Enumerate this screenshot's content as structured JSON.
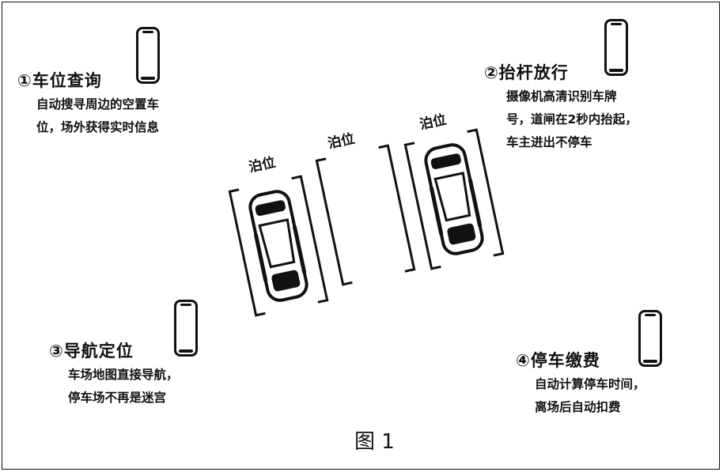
{
  "steps": [
    {
      "title": "①车位查询",
      "lines": [
        "自动搜寻周边的空置车",
        "位，场外获得实时信息"
      ]
    },
    {
      "title": "②抬杆放行",
      "lines": [
        "摄像机高清识别车牌",
        "号，道闸在2秒内抬起，",
        "车主进出不停车"
      ]
    },
    {
      "title": "③导航定位",
      "lines": [
        "车场地图直接导航，",
        "停车场不再是迷宫"
      ]
    },
    {
      "title": "④停车缴费",
      "lines": [
        "自动计算停车时间，",
        "离场后自动扣费"
      ]
    }
  ],
  "parking_spots": {
    "labels": [
      "泊位",
      "泊位",
      "泊位"
    ]
  },
  "caption": "图 1"
}
